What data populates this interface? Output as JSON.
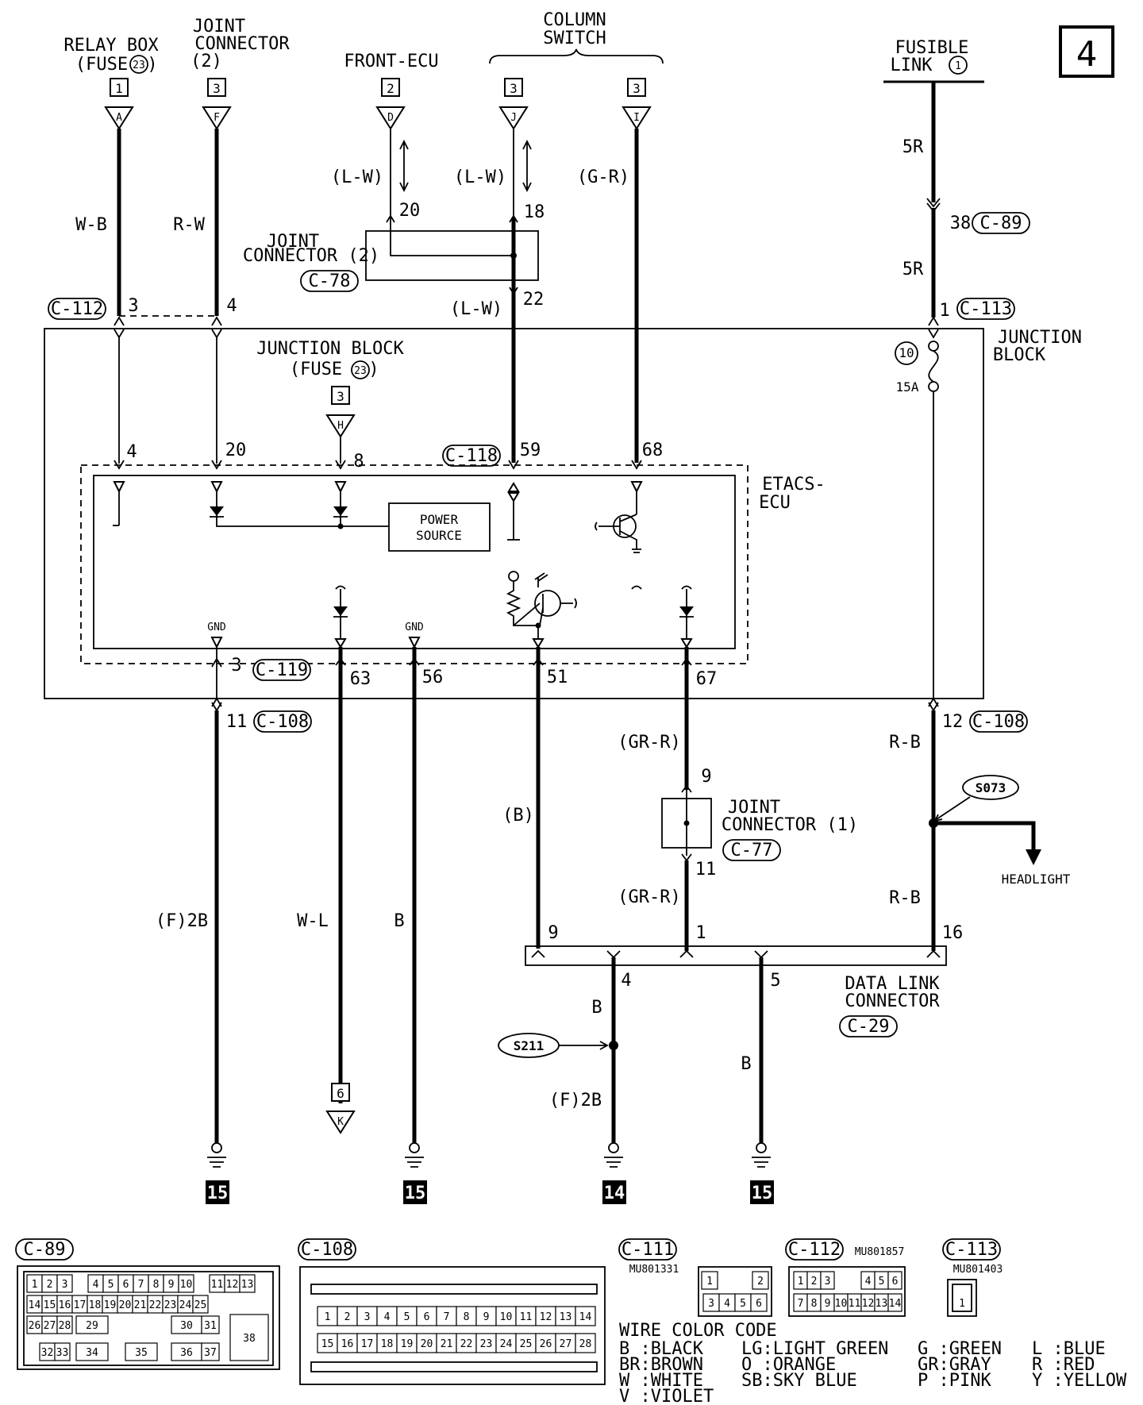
{
  "page_number": "4",
  "connectors_top": {
    "relay_box": {
      "line1": "RELAY BOX",
      "line2": "(FUSE",
      "fuse": "23",
      "line2_end": ")",
      "ref": "1",
      "pin": "A"
    },
    "joint_connector_top": {
      "line1": "JOINT",
      "line2": "CONNECTOR",
      "line3": "(2)",
      "ref": "3",
      "pin": "F"
    },
    "front_ecu": {
      "label": "FRONT-ECU",
      "ref": "2",
      "pin": "D"
    },
    "column_switch": {
      "line1": "COLUMN",
      "line2": "SWITCH",
      "ref_j": "3",
      "pin_j": "J",
      "ref_i": "3",
      "pin_i": "I"
    },
    "fusible_link": {
      "line1": "FUSIBLE",
      "line2": "LINK",
      "num": "1"
    }
  },
  "wires": {
    "w_b": "W-B",
    "r_w": "R-W",
    "l_w_1": "(L-W)",
    "l_w_2": "(L-W)",
    "g_r": "(G-R)",
    "l_w_3": "(L-W)",
    "five_r_1": "5R",
    "five_r_2": "5R",
    "gr_r_1": "(GR-R)",
    "gr_r_2": "(GR-R)",
    "r_b_1": "R-B",
    "r_b_2": "R-B",
    "b_paren": "(B)",
    "f2b_1": "(F)2B",
    "w_l": "W-L",
    "b_1": "B",
    "b_2": "B",
    "f2b_2": "(F)2B",
    "b_3": "B"
  },
  "pins": {
    "p20_top": "20",
    "p18_top": "18",
    "p22": "22",
    "p38": "38",
    "p3": "3",
    "p4": "4",
    "p1": "1",
    "p4_inner": "4",
    "p20_inner": "20",
    "p8": "8",
    "p59": "59",
    "p68": "68",
    "p3_bottom": "3",
    "p63": "63",
    "p56": "56",
    "p51": "51",
    "p67": "67",
    "p11": "11",
    "p12": "12",
    "p9_jc": "9",
    "p11_jc": "11",
    "p9_dlc": "9",
    "p1_dlc": "1",
    "p16_dlc": "16",
    "p4_dlc": "4",
    "p5_dlc": "5"
  },
  "connector_codes": {
    "c78": "C-78",
    "c89": "C-89",
    "c112": "C-112",
    "c113": "C-113",
    "c118": "C-118",
    "c119": "C-119",
    "c108_a": "C-108",
    "c108_b": "C-108",
    "c77": "C-77",
    "c29": "C-29"
  },
  "joint_connector_2": {
    "line1": "JOINT",
    "line2": "CONNECTOR (2)"
  },
  "junction_block": {
    "line1": "JUNCTION BLOCK",
    "line2": "(FUSE",
    "fuse": "23",
    "line2_end": ")",
    "ref": "3",
    "pin": "H",
    "right_line1": "JUNCTION",
    "right_line2": "BLOCK",
    "fuse_num": "10",
    "fuse_amp": "15A"
  },
  "etacs": {
    "line1": "ETACS-",
    "line2": "ECU",
    "power_line1": "POWER",
    "power_line2": "SOURCE",
    "gnd1": "GND",
    "gnd2": "GND"
  },
  "joint_connector_1": {
    "line1": "JOINT",
    "line2": "CONNECTOR (1)"
  },
  "splices": {
    "s073": "S073",
    "s211": "S211"
  },
  "headlight": "HEADLIGHT",
  "data_link": {
    "line1": "DATA LINK",
    "line2": "CONNECTOR"
  },
  "bottom_refs": {
    "k_ref": "6",
    "k_pin": "K",
    "g1": "15",
    "g2": "15",
    "g3": "14",
    "g4": "15"
  },
  "connector_views": {
    "c89": {
      "code": "C-89",
      "row1": [
        "1",
        "2",
        "3",
        "4",
        "5",
        "6",
        "7",
        "8",
        "9",
        "10",
        "11",
        "12",
        "13"
      ],
      "row2": [
        "14",
        "15",
        "16",
        "17",
        "18",
        "19",
        "20",
        "21",
        "22",
        "23",
        "24",
        "25"
      ],
      "row3": [
        "26",
        "27",
        "28",
        "29",
        "30",
        "31"
      ],
      "row4": [
        "32",
        "33",
        "34",
        "35",
        "36",
        "37"
      ],
      "big": "38"
    },
    "c108": {
      "code": "C-108",
      "row1": [
        "1",
        "2",
        "3",
        "4",
        "5",
        "6",
        "7",
        "8",
        "9",
        "10",
        "11",
        "12",
        "13",
        "14"
      ],
      "row2": [
        "15",
        "16",
        "17",
        "18",
        "19",
        "20",
        "21",
        "22",
        "23",
        "24",
        "25",
        "26",
        "27",
        "28"
      ]
    },
    "c111": {
      "code": "C-111",
      "part": "MU801331",
      "row1": [
        "1",
        "2"
      ],
      "row2": [
        "3",
        "4",
        "5",
        "6"
      ]
    },
    "c112": {
      "code": "C-112",
      "part": "MU801857",
      "row1": [
        "1",
        "2",
        "3",
        "4",
        "5",
        "6"
      ],
      "row2": [
        "7",
        "8",
        "9",
        "10",
        "11",
        "12",
        "13",
        "14"
      ]
    },
    "c113": {
      "code": "C-113",
      "part": "MU801403",
      "pin": "1"
    }
  },
  "color_code": {
    "title": "WIRE COLOR CODE",
    "entries": [
      "B :BLACK",
      "BR:BROWN",
      "W :WHITE",
      "V :VIOLET",
      "LG:LIGHT GREEN",
      "O :ORANGE",
      "SB:SKY BLUE",
      "G :GREEN",
      "GR:GRAY",
      "P :PINK",
      "L :BLUE",
      "R :RED",
      "Y :YELLOW"
    ]
  }
}
